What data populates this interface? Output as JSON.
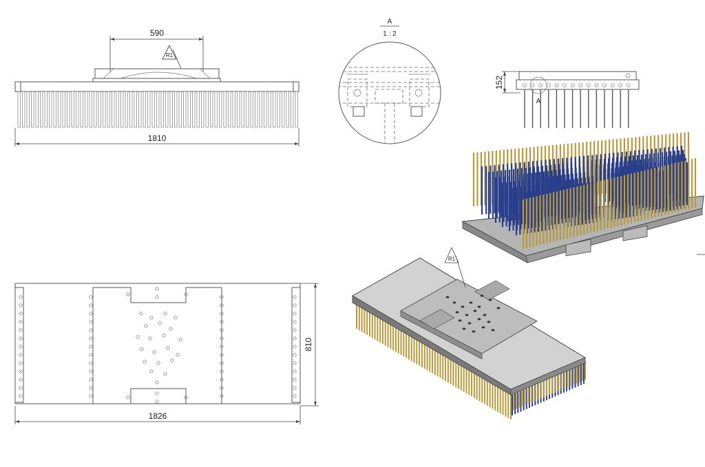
{
  "views": {
    "front": {
      "width_label": "1810",
      "spacing_label": "590",
      "weld_mark": "R1"
    },
    "detail": {
      "label": "A",
      "scale": "1 : 2"
    },
    "side": {
      "height_label": "152",
      "callout": "A"
    },
    "top": {
      "width_label": "1826",
      "depth_label": "810"
    },
    "iso_bottom": {
      "weld_mark": "R1"
    }
  },
  "colors": {
    "tine_gold": "#b89a3a",
    "tine_blue": "#2a3f8c",
    "plate": "#c9c9c9",
    "frame": "#555555"
  }
}
